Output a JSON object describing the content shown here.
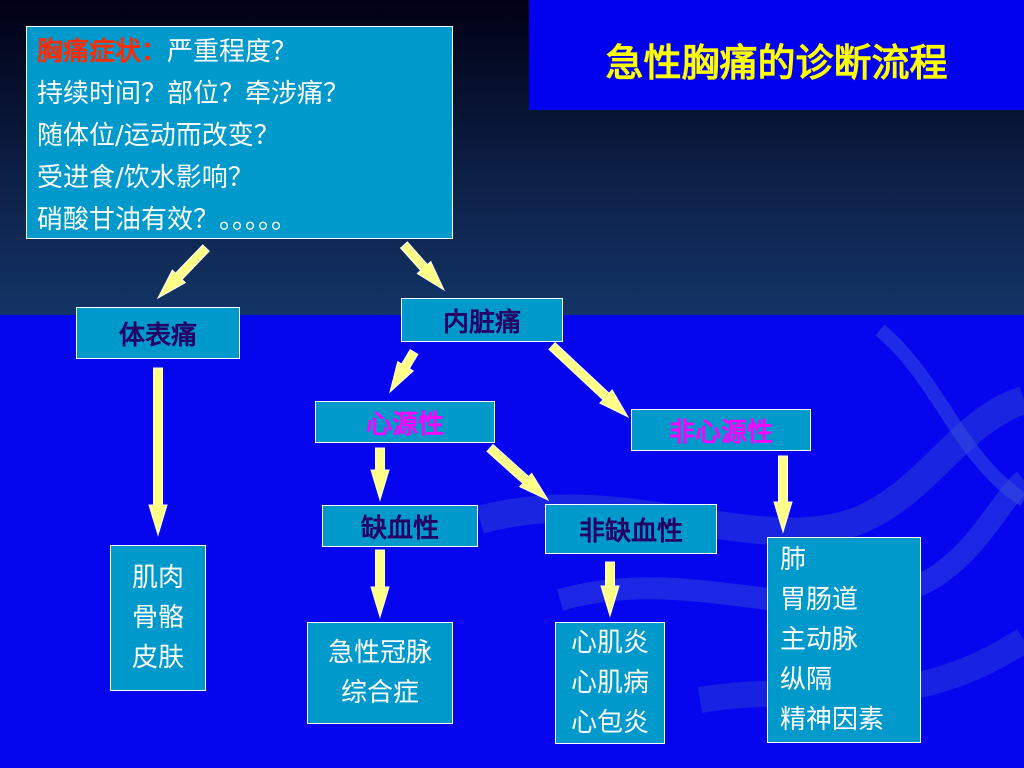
{
  "title": "急性胸痛的诊断流程",
  "symptom": {
    "heading": "胸痛症状：",
    "first_line_rest": "严重程度？",
    "lines": [
      "持续时间？部位？牵涉痛？",
      "随体位/运动而改变？",
      "受进食/饮水影响？",
      "硝酸甘油有效？。。。。。"
    ]
  },
  "nodes": {
    "surface_pain": "体表痛",
    "visceral_pain": "内脏痛",
    "cardiac": "心源性",
    "non_cardiac": "非心源性",
    "ischemic": "缺血性",
    "non_ischemic": "非缺血性"
  },
  "lists": {
    "surface": [
      "肌肉",
      "骨骼",
      "皮肤"
    ],
    "ischemic": [
      "急性冠脉",
      "综合症"
    ],
    "non_ischemic": [
      "心肌炎",
      "心肌病",
      "心包炎"
    ],
    "non_cardiac": [
      "肺",
      "胃肠道",
      "主动脉",
      "纵隔",
      "精神因素"
    ]
  },
  "colors": {
    "background": "#0505ee",
    "title": "#ffff00",
    "box_fill": "#0099cc",
    "arrow": "#ffff88",
    "heading_red": "#ff2a00",
    "cardiac_label": "#ff00ff",
    "node_label_dark": "#220066"
  }
}
